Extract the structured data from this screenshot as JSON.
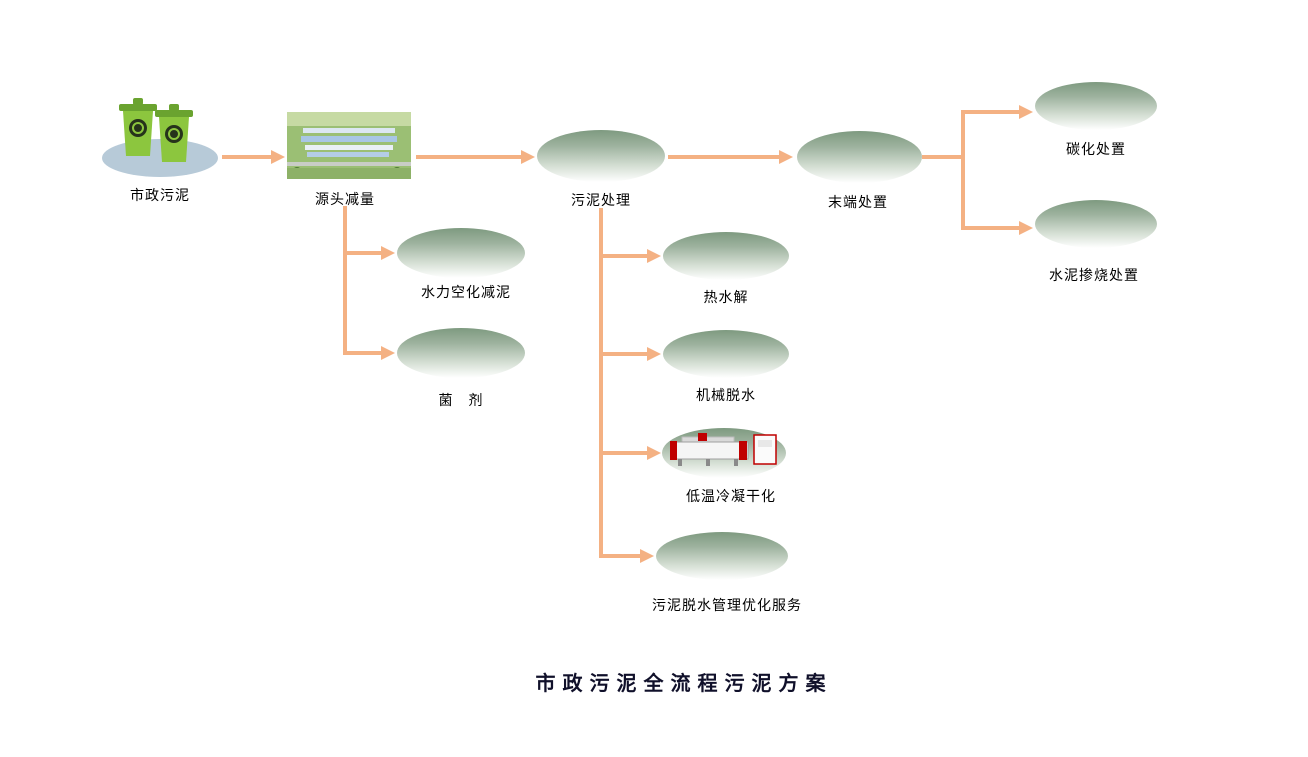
{
  "title": "市政污泥全流程污泥方案",
  "nodes": {
    "municipal_sludge": {
      "label": "市政污泥",
      "icon": "green-trash-bins-icon"
    },
    "source_reduction": {
      "label": "源头减量",
      "icon": "aerial-factory-photo"
    },
    "sludge_treatment": {
      "label": "污泥处理"
    },
    "end_disposal": {
      "label": "末端处置"
    },
    "carbonization": {
      "label": "碳化处置"
    },
    "cement_cofiring": {
      "label": "水泥掺烧处置"
    },
    "hydraulic_cavitation": {
      "label": "水力空化减泥"
    },
    "bacterial_agent": {
      "label": "菌　剂"
    },
    "thermal_hydrolysis": {
      "label": "热水解"
    },
    "mechanical_dewatering": {
      "label": "机械脱水"
    },
    "low_temp_drying": {
      "label": "低温冷凝干化",
      "icon": "drying-machine-photo"
    },
    "dewatering_service": {
      "label": "污泥脱水管理优化服务"
    }
  },
  "colors": {
    "arrow": "#F4B183",
    "ellipse_top": "#7E9A80",
    "label_text": "#000000",
    "title_text": "#10102A"
  }
}
